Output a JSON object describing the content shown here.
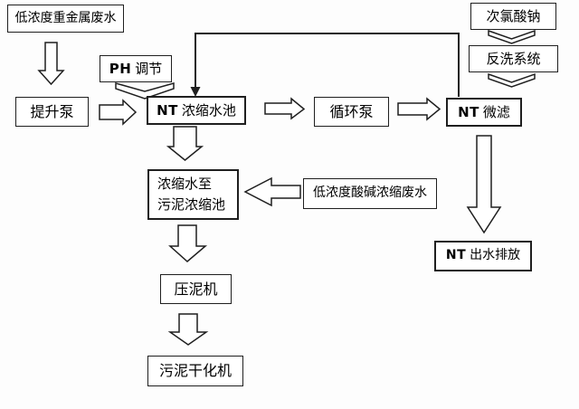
{
  "diagram": {
    "type": "process-flowchart",
    "language": "zh-CN",
    "background_color": "#fdfdfd",
    "line_color": "#1f1f1f",
    "box_fill_color": "#ffffff",
    "nodes": {
      "heavy_metal": {
        "label": "低浓度重金属废水"
      },
      "lift_pump": {
        "label": "提升泵"
      },
      "ph_adjust": {
        "bold": "PH",
        "label": "调节"
      },
      "nt_tank": {
        "bold": "NT",
        "label": "浓缩水池"
      },
      "circ_pump": {
        "label": "循环泵"
      },
      "nt_microfilter": {
        "bold": "NT",
        "label": "微滤"
      },
      "naclo": {
        "label": "次氯酸钠"
      },
      "backwash": {
        "label": "反洗系统"
      },
      "nt_discharge": {
        "bold": "NT",
        "label": "出水排放"
      },
      "acid_waste": {
        "label": "低浓度酸碱浓缩废水"
      },
      "sludge_tank": {
        "line1": "浓缩水至",
        "line2": "污泥浓缩池"
      },
      "mud_press": {
        "label": "压泥机"
      },
      "sludge_dryer": {
        "label": "污泥干化机"
      }
    },
    "edges": [
      {
        "from": "低浓度重金属废水",
        "to": "提升泵",
        "style": "hollow-block-arrow-down"
      },
      {
        "from": "提升泵",
        "to": "NT 浓缩水池",
        "style": "hollow-block-arrow-right"
      },
      {
        "from": "PH 调节",
        "to": "NT 浓缩水池",
        "style": "hollow-chevron-down"
      },
      {
        "from": "NT 浓缩水池",
        "to": "循环泵",
        "style": "hollow-block-arrow-right"
      },
      {
        "from": "循环泵",
        "to": "NT 微滤",
        "style": "hollow-block-arrow-right"
      },
      {
        "from": "NT 微滤",
        "to": "NT 浓缩水池",
        "style": "thin-line-solid-arrowhead-recirculation"
      },
      {
        "from": "次氯酸钠",
        "to": "反洗系统",
        "style": "hollow-chevron-down"
      },
      {
        "from": "反洗系统",
        "to": "NT 微滤",
        "style": "hollow-chevron-down"
      },
      {
        "from": "NT 微滤",
        "to": "NT 出水排放",
        "style": "hollow-block-arrow-down"
      },
      {
        "from": "NT 浓缩水池",
        "to": "浓缩水至污泥浓缩池",
        "style": "hollow-block-arrow-down"
      },
      {
        "from": "低浓度酸碱浓缩废水",
        "to": "浓缩水至污泥浓缩池",
        "style": "hollow-block-arrow-left"
      },
      {
        "from": "浓缩水至污泥浓缩池",
        "to": "压泥机",
        "style": "hollow-block-arrow-down"
      },
      {
        "from": "压泥机",
        "to": "污泥干化机",
        "style": "hollow-block-arrow-down"
      }
    ]
  }
}
